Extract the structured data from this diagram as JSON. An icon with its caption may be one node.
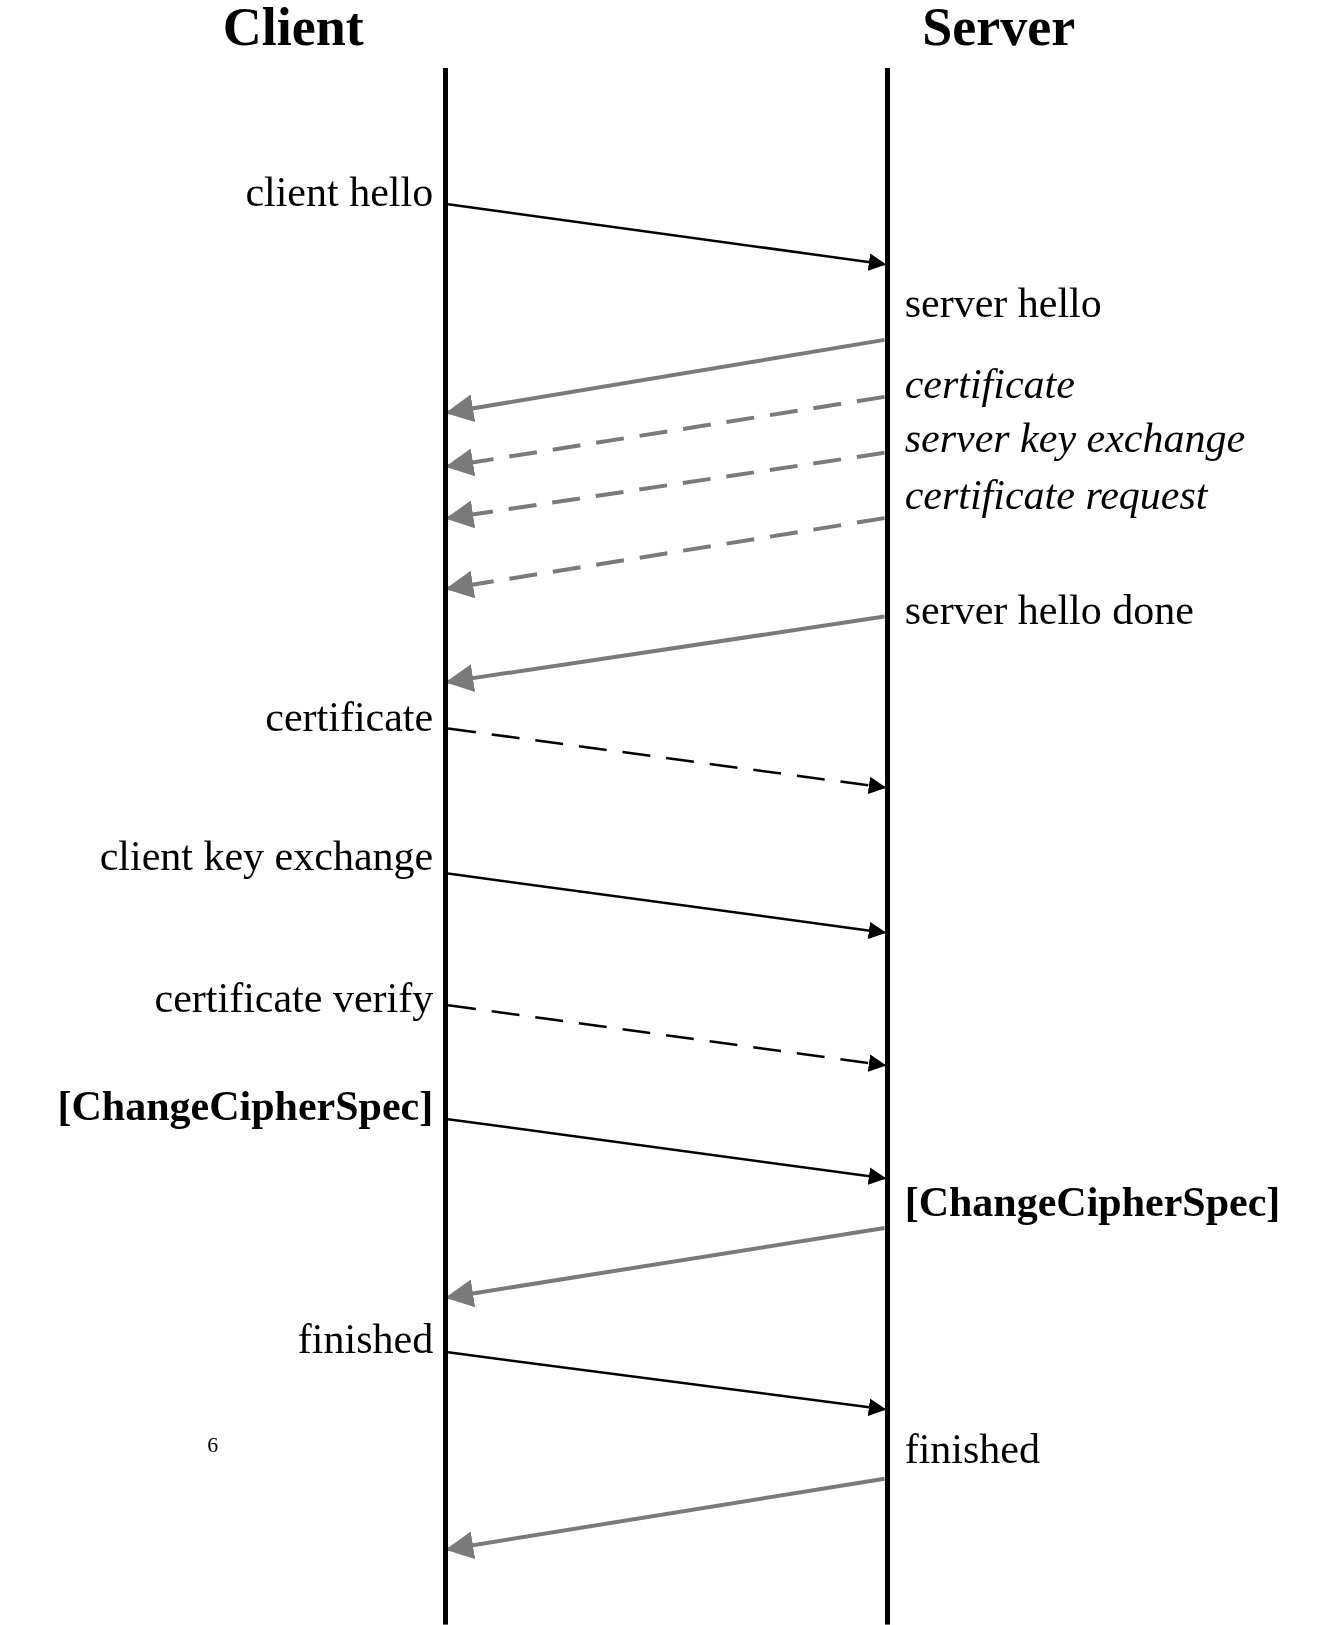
{
  "diagram": {
    "nodes": [
      {
        "text": [
          "Client"
        ]
      },
      {
        "text": [
          "Server"
        ]
      }
    ],
    "edges": [
      {
        "from": 0,
        "to": 1,
        "arrow": "to",
        "label": "client hello",
        "color": "#000000"
      },
      {
        "from": 1,
        "to": 0,
        "arrow": "to",
        "label": "server hello"
      },
      {
        "from": 1,
        "to": 0,
        "arrow": "to",
        "label": "certificate",
        "style": "dashed"
      },
      {
        "from": 1,
        "to": 0,
        "arrow": "to",
        "label": "server key exchange",
        "style": "dashed"
      },
      {
        "from": 1,
        "to": 0,
        "arrow": "to",
        "label": "certificate request",
        "style": "dashed"
      },
      {
        "from": 1,
        "to": 0,
        "arrow": "to",
        "label": "server hello done"
      },
      {
        "from": 0,
        "to": 1,
        "arrow": "to",
        "label": "certificate",
        "style": "dashed",
        "color": "#000000"
      },
      {
        "from": 0,
        "to": 1,
        "arrow": "to",
        "label": "client key exchange",
        "color": "#000000"
      },
      {
        "from": 0,
        "to": 1,
        "arrow": "to",
        "label": "certificate verify",
        "style": "dashed",
        "color": "#000000"
      },
      {
        "from": 0,
        "to": 1,
        "arrow": "to",
        "label": "[ChangeCipherSpec]",
        "color": "#000000"
      },
      {
        "from": 1,
        "to": 0,
        "arrow": "to",
        "label": "[ChangeCipherSpec]"
      },
      {
        "from": 0,
        "to": 1,
        "arrow": "to",
        "label": "finished",
        "color": "#000000"
      },
      {
        "from": 1,
        "to": 0,
        "arrow": "to",
        "label": "finished"
      }
    ],
    "labels": [
      "6"
    ]
  }
}
